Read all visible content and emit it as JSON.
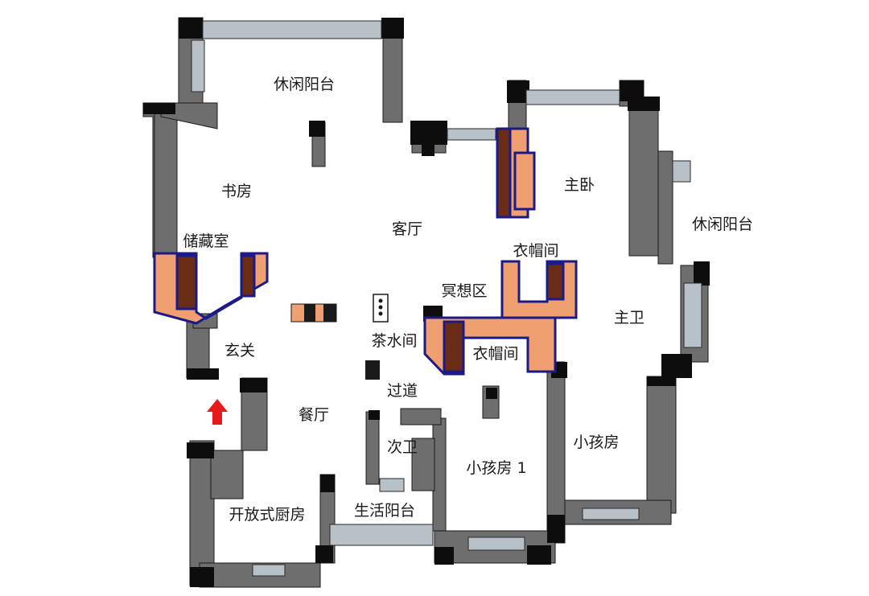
{
  "rooms": {
    "leisure_balcony_top": "休闲阳台",
    "study": "书房",
    "living_room": "客厅",
    "master_bedroom": "主卧",
    "leisure_balcony_right": "休闲阳台",
    "storage": "储藏室",
    "cloakroom_top": "衣帽间",
    "meditation": "冥想区",
    "master_bath": "主卫",
    "tea_room": "茶水间",
    "cloakroom_mid": "衣帽间",
    "entrance": "玄关",
    "corridor": "过道",
    "dining": "餐厅",
    "kids_room_right": "小孩房",
    "second_bath": "次卫",
    "kids_room_1": "小孩房 1",
    "kitchen": "开放式厨房",
    "utility_balcony": "生活阳台"
  },
  "colors": {
    "wall_face": "#6e6e6e",
    "wall_top": "#0d0d0d",
    "wardrobe": "#f0a070",
    "wardrobe_dark": "#6a2c14",
    "wardrobe_edge": "#1a1a8a",
    "window": "#b8c0c8",
    "entry_arrow": "#e51b1b"
  }
}
